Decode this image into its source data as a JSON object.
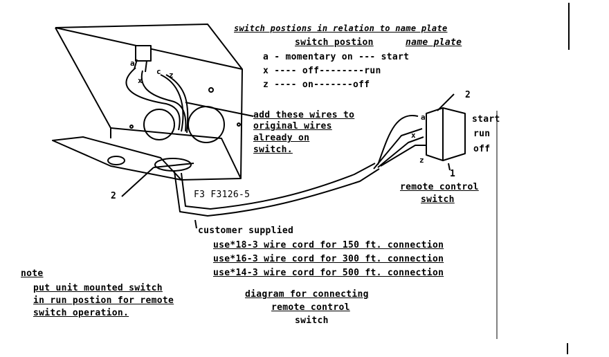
{
  "header": {
    "title": "switch postions in relation to name plate",
    "col_position": "switch postion",
    "col_nameplate": "name plate",
    "rows": [
      "a - momentary on --- start",
      "x ---- off--------run",
      "z ---- on-------off"
    ]
  },
  "callouts": {
    "add_wires": [
      "add these wires to",
      "original wires",
      "already on",
      "switch."
    ],
    "label_2_left": "2",
    "label_2_right": "2",
    "label_1": "1",
    "fig_id": "F3    F3126-5",
    "remote_switch": [
      "remote control",
      "switch"
    ]
  },
  "switch_labels": {
    "left_a": "a",
    "left_x": "x",
    "left_c": "c",
    "left_z": "z",
    "right_a": "a",
    "right_x": "x",
    "right_z": "z",
    "start": "start",
    "run": "run",
    "off": "off"
  },
  "cord": {
    "title": "customer supplied",
    "lines": [
      "use*18-3 wire cord for 150 ft. connection",
      "use*16-3 wire cord for 300 ft. connection",
      "use*14-3 wire cord for 500 ft. connection"
    ]
  },
  "note": {
    "title": "note",
    "lines": [
      "put unit mounted switch",
      "in run postion for remote",
      "switch operation."
    ]
  },
  "caption": {
    "lines": [
      "diagram for connecting",
      "remote control",
      "switch"
    ]
  }
}
